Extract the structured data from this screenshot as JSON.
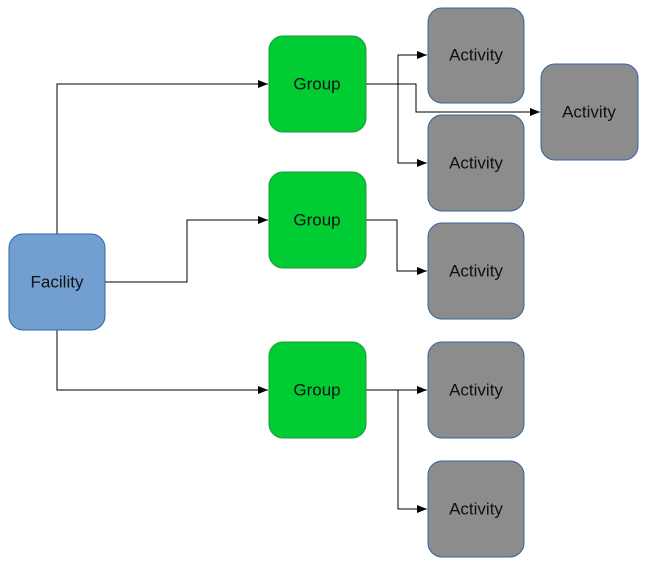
{
  "colors": {
    "facility_fill": "#729fcf",
    "facility_stroke": "#3465a4",
    "group_fill": "#00cc33",
    "group_stroke": "#1c9a3a",
    "activity_fill": "#8c8c8c",
    "activity_stroke": "#3465a4",
    "connector": "#000000"
  },
  "nodes": {
    "facility": {
      "label": "Facility"
    },
    "group_1": {
      "label": "Group"
    },
    "group_2": {
      "label": "Group"
    },
    "group_3": {
      "label": "Group"
    },
    "activity_1": {
      "label": "Activity"
    },
    "activity_2": {
      "label": "Activity"
    },
    "activity_3": {
      "label": "Activity"
    },
    "activity_4": {
      "label": "Activity"
    },
    "activity_5": {
      "label": "Activity"
    },
    "activity_6": {
      "label": "Activity"
    },
    "activity_7": {
      "label": "Activity"
    }
  },
  "edges": [
    {
      "from": "facility",
      "to": "group_1"
    },
    {
      "from": "facility",
      "to": "group_2"
    },
    {
      "from": "facility",
      "to": "group_3"
    },
    {
      "from": "group_1",
      "to": "activity_1"
    },
    {
      "from": "group_1",
      "to": "activity_2"
    },
    {
      "from": "group_1",
      "to": "activity_3"
    },
    {
      "from": "group_2",
      "to": "activity_4"
    },
    {
      "from": "group_3",
      "to": "activity_5"
    },
    {
      "from": "group_3",
      "to": "activity_6"
    }
  ]
}
